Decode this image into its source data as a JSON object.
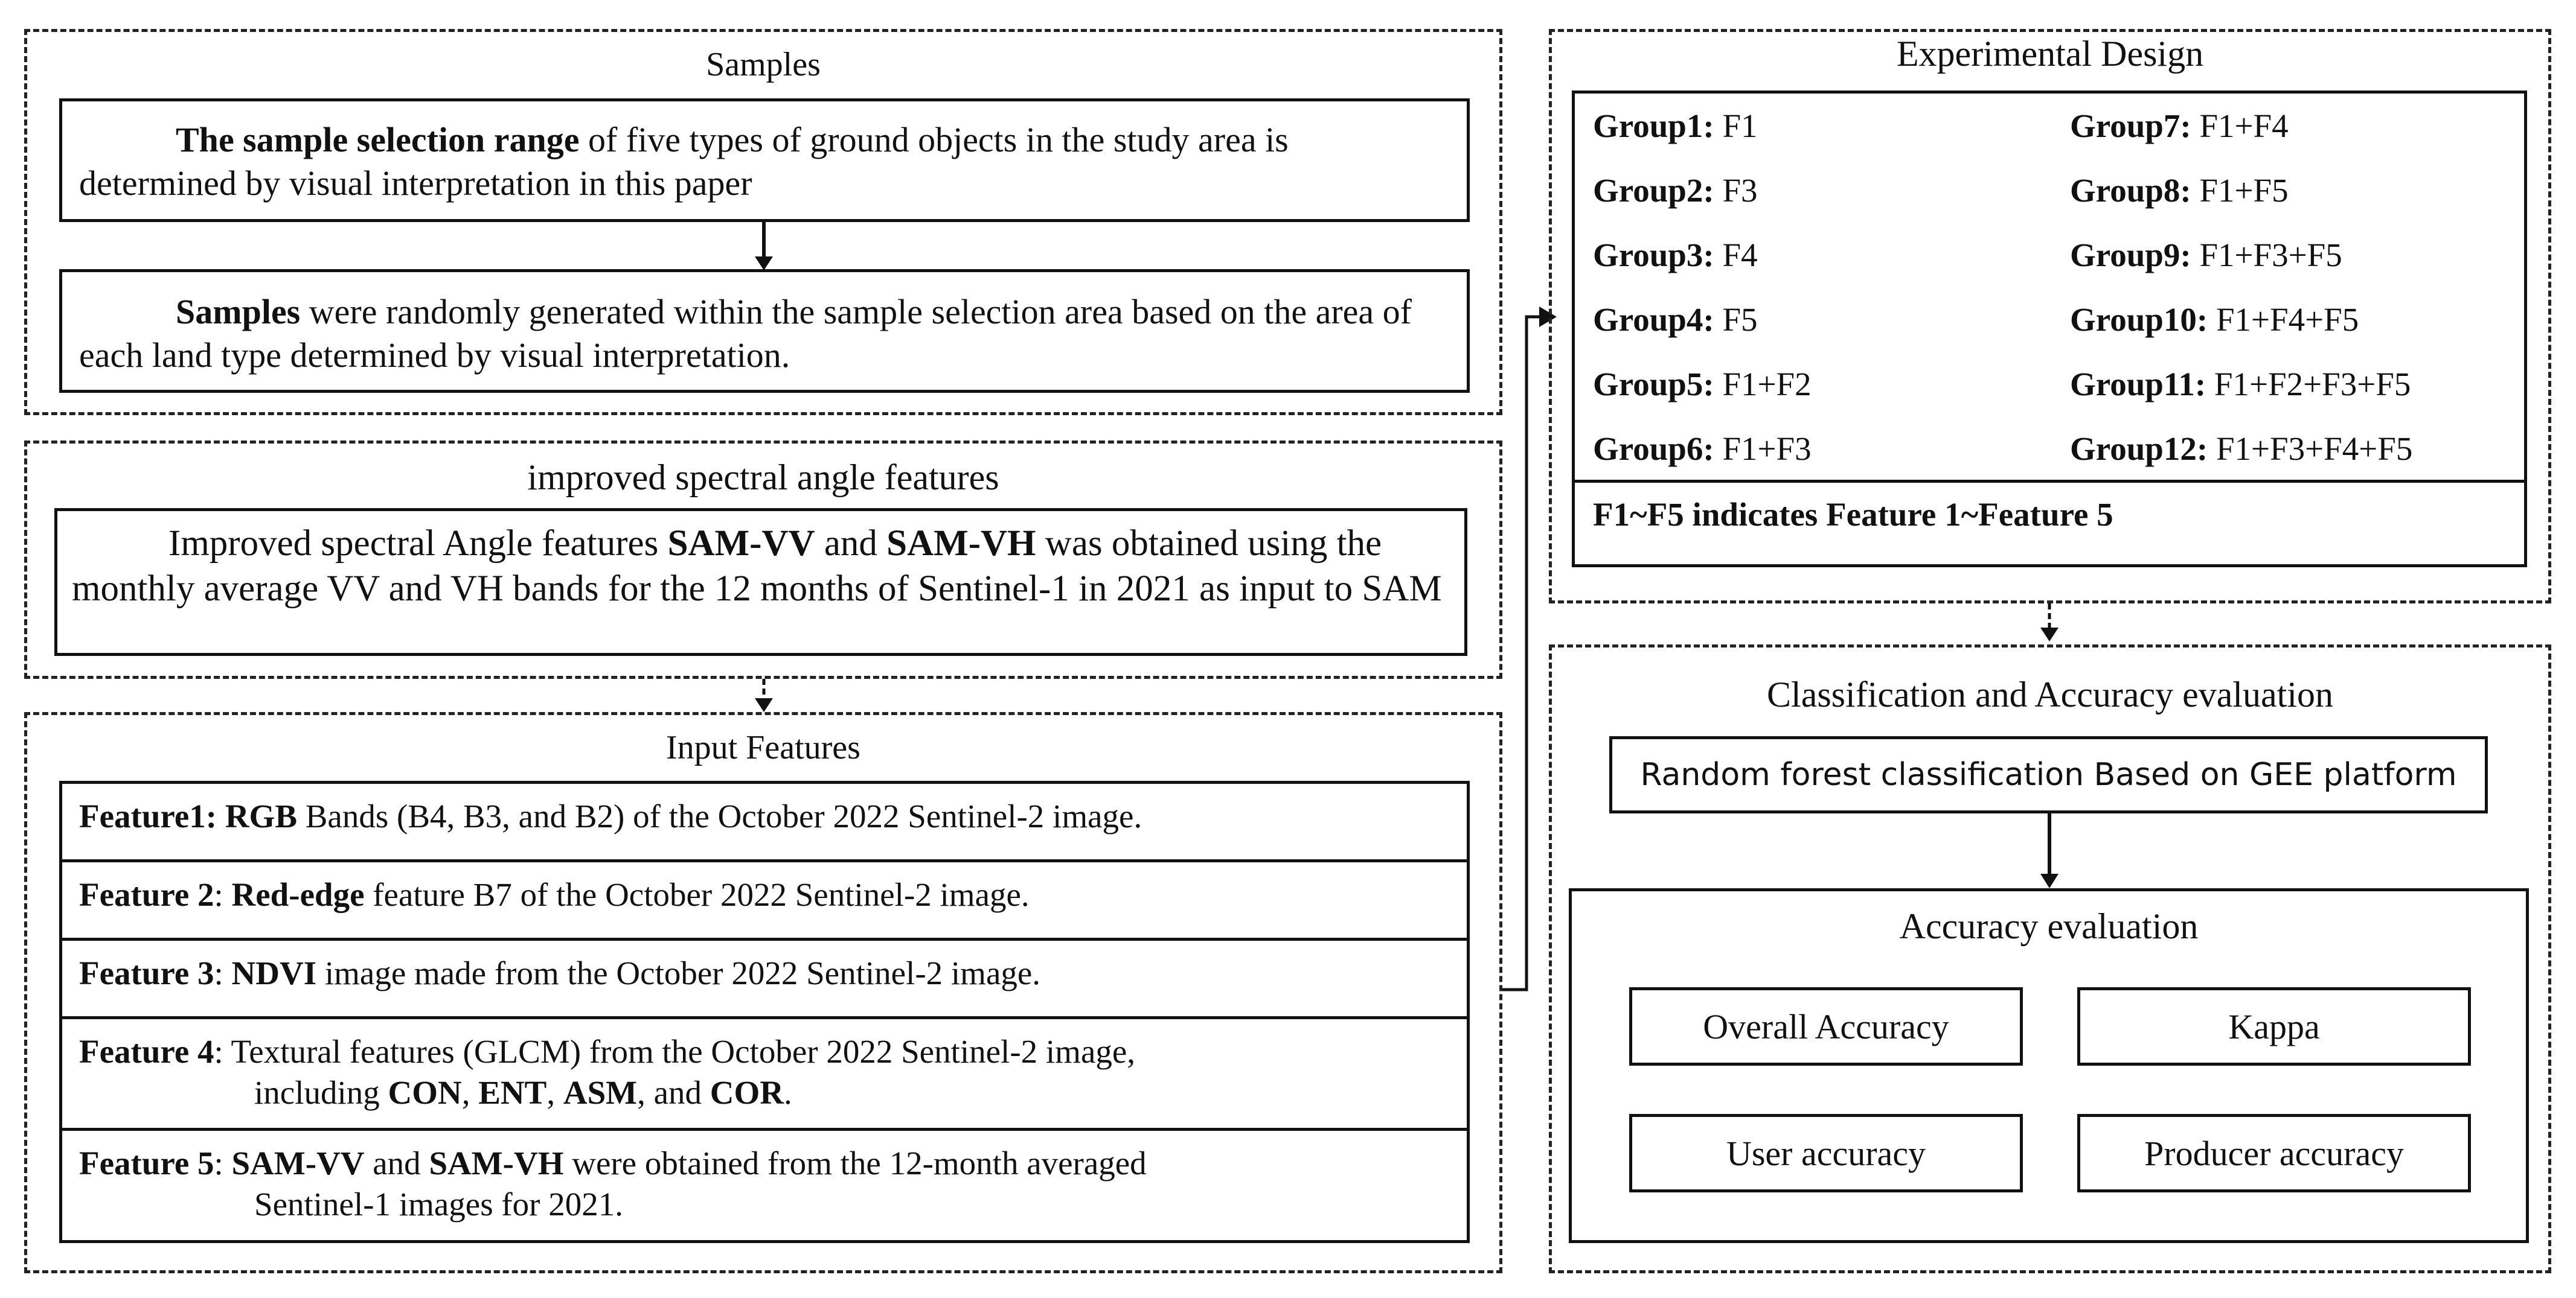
{
  "samples": {
    "title": "Samples",
    "box1_bold": "The sample selection range",
    "box1_rest": " of five types of ground objects in the study area is determined by visual interpretation in this paper",
    "box2_bold": "Samples",
    "box2_rest": " were randomly generated within the sample selection area based on the area of each land type determined by visual interpretation."
  },
  "spectral": {
    "title": "improved spectral angle features",
    "t1": "Improved spectral Angle features ",
    "b1": "SAM-VV",
    "t2": " and ",
    "b2": "SAM-VH",
    "t3": " was obtained using the monthly average VV and VH bands for the 12 months of Sentinel-1 in 2021 as input to SAM"
  },
  "input_features": {
    "title": "Input Features",
    "f1": {
      "lead": "Feature1: ",
      "b": "RGB",
      "rest": " Bands (B4, B3, and B2) of the October 2022 Sentinel-2 image."
    },
    "f2": {
      "lead": "Feature 2",
      "sep": ": ",
      "b": "Red-edge",
      "rest": " feature B7 of the October 2022 Sentinel-2 image."
    },
    "f3": {
      "lead": "Feature 3",
      "sep": ": ",
      "b": "NDVI",
      "rest": " image made from the October 2022 Sentinel-2 image."
    },
    "f4": {
      "lead": "Feature 4",
      "line1": ": Textural features (GLCM) from the October 2022 Sentinel-2 image,",
      "l2a": "including ",
      "con": "CON",
      "c1": ", ",
      "ent": "ENT",
      "c2": ", ",
      "asm": "ASM",
      "c3": ", and ",
      "cor": "COR",
      "end": "."
    },
    "f5": {
      "lead": "Feature 5",
      "sep": ": ",
      "b1": "SAM-VV",
      "t1": " and ",
      "b2": "SAM-VH",
      "t2": " were obtained from the 12-month averaged",
      "line2": "Sentinel-1 images for 2021."
    }
  },
  "experimental_design": {
    "title": "Experimental Design",
    "groups": [
      {
        "name": "Group1:",
        "value": " F1"
      },
      {
        "name": "Group2:",
        "value": " F3"
      },
      {
        "name": "Group3:",
        "value": " F4"
      },
      {
        "name": "Group4:",
        "value": " F5"
      },
      {
        "name": "Group5:",
        "value": " F1+F2"
      },
      {
        "name": "Group6:",
        "value": " F1+F3"
      },
      {
        "name": "Group7:",
        "value": " F1+F4"
      },
      {
        "name": "Group8:",
        "value": " F1+F5"
      },
      {
        "name": "Group9:",
        "value": " F1+F3+F5"
      },
      {
        "name": "Group10:",
        "value": " F1+F4+F5"
      },
      {
        "name": "Group11:",
        "value": " F1+F2+F3+F5"
      },
      {
        "name": "Group12:",
        "value": " F1+F3+F4+F5"
      }
    ],
    "note": "F1~F5 indicates Feature 1~Feature 5"
  },
  "classification": {
    "title": "Classification and Accuracy evaluation",
    "rf": "Random forest classification Based on GEE platform",
    "accuracy_title": "Accuracy evaluation",
    "oa": "Overall Accuracy",
    "kappa": "Kappa",
    "ua": "User accuracy",
    "pa": "Producer accuracy"
  }
}
